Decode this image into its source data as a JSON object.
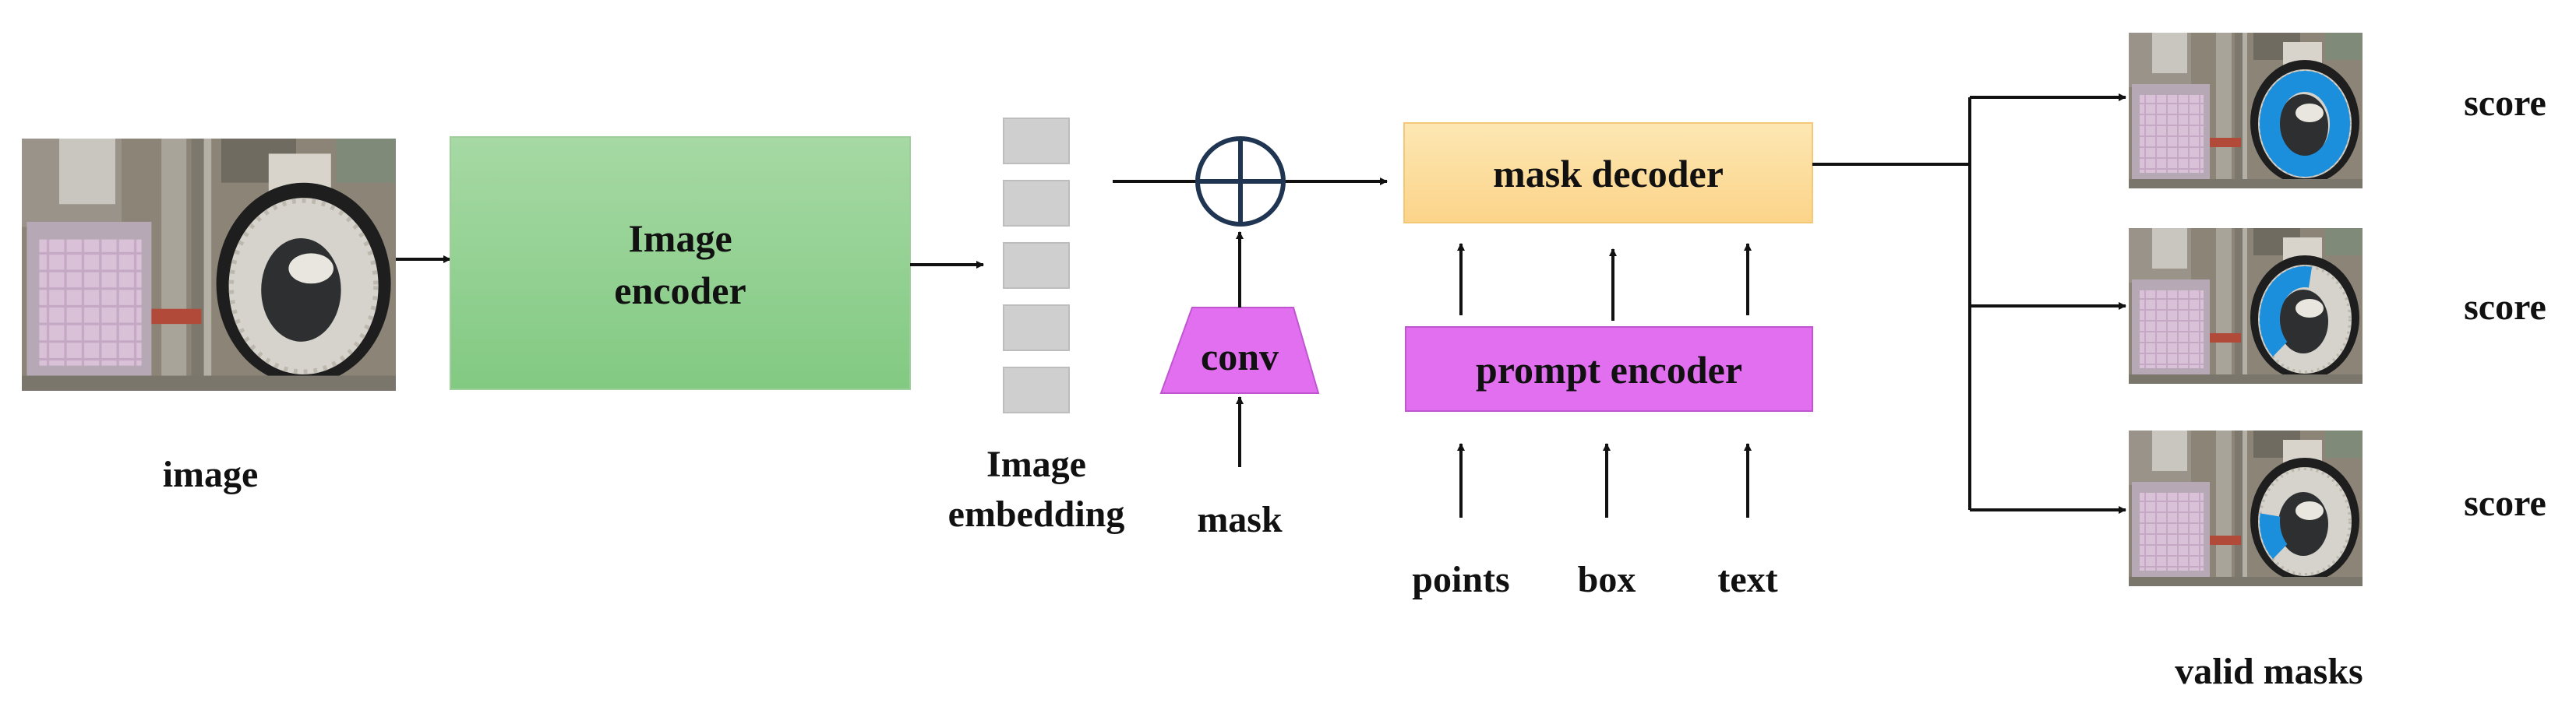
{
  "input_image": {
    "label": "image",
    "icon": "aerial-stadium-photo"
  },
  "image_encoder": {
    "label_line1": "Image",
    "label_line2": "encoder",
    "color_top": "#a6d9a4",
    "color_bottom": "#82c982"
  },
  "image_embedding": {
    "label_line1": "Image",
    "label_line2": "embedding",
    "token_count": 5,
    "token_color": "#cfcfcf"
  },
  "combine_op": {
    "icon": "circled-plus-icon",
    "color": "#1f3552"
  },
  "conv": {
    "label": "conv",
    "color": "#e26ff0"
  },
  "mask_input": {
    "label": "mask"
  },
  "mask_decoder": {
    "label": "mask decoder",
    "color_top": "#fde7b3",
    "color_bottom": "#fbd489"
  },
  "prompt_encoder": {
    "label": "prompt encoder",
    "color": "#e26ff0"
  },
  "prompts": [
    {
      "label": "points"
    },
    {
      "label": "box"
    },
    {
      "label": "text"
    }
  ],
  "outputs": {
    "caption": "valid masks",
    "mask_color": "#1c8fdc",
    "items": [
      {
        "score_label": "score",
        "mask_coverage": 1.0
      },
      {
        "score_label": "score",
        "mask_coverage": 0.4
      },
      {
        "score_label": "score",
        "mask_coverage": 0.15
      }
    ]
  }
}
